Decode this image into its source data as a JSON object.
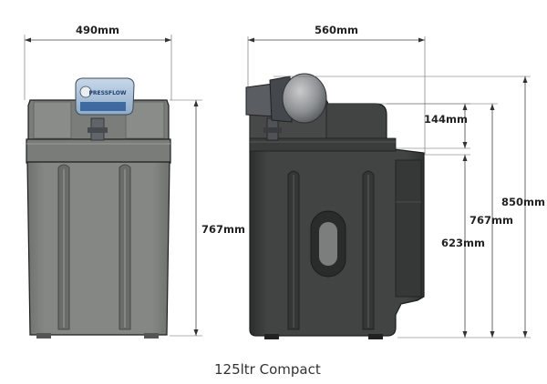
{
  "front_view": {
    "width_label": "490mm",
    "height_label": "767mm",
    "pump_controller_text": "PRESSFLOW"
  },
  "side_view": {
    "width_label": "560mm",
    "step_label": "144mm",
    "total_height_label": "850mm",
    "body_height_label": "767mm",
    "step_height_label": "623mm"
  },
  "caption": "125ltr Compact",
  "colors": {
    "tank_front": "#838583",
    "tank_front_dark": "#6d6f6d",
    "tank_side": "#3f4140",
    "tank_side_dark": "#2f3130",
    "controller_blue": "#a9c0d8",
    "pump_grey": "#909398"
  }
}
